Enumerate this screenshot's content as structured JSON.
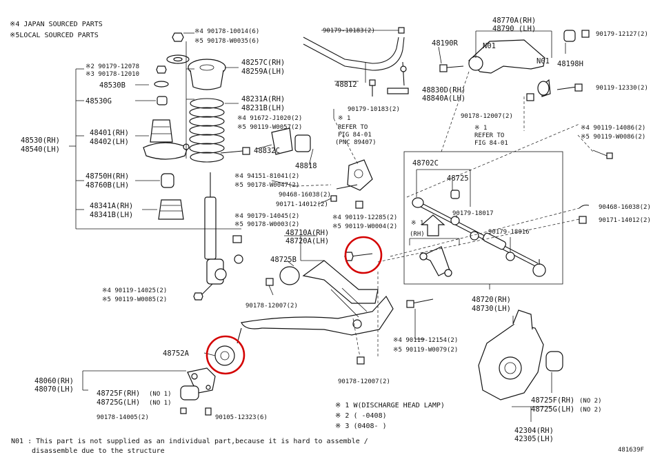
{
  "notes": {
    "japan_sourced": "※4 JAPAN SOURCED PARTS",
    "local_sourced": "※5LOCAL SOURCED PARTS",
    "n01_line1": "N01 : This part is not supplied as an individual part,because it is hard to assemble /",
    "n01_line2": "disassemble due to the structure",
    "fig_code": "481639F"
  },
  "legend": {
    "l1": "※ 1    W(DISCHARGE HEAD LAMP)",
    "l2": "※ 2     (        -0408)",
    "l3": "※ 3     (0408-        )"
  },
  "labels": {
    "a1": "※4 90178-10014(6)",
    "a2": "※5 90178-W0035(6)",
    "a3": "48257C(RH)",
    "a4": "48259A(LH)",
    "a5": "48231A(RH)",
    "a6": "48231B(LH)",
    "a7": "※4 91672-J1020(2)",
    "a8": "※5 90119-W0057(2)",
    "b1": "※2  90179-12078",
    "b2": "※3  90178-12010",
    "b3": "48530B",
    "b4": "48530G",
    "b5": "48530(RH)",
    "b6": "48540(LH)",
    "b7": "48401(RH)",
    "b8": "48402(LH)",
    "b9": "48750H(RH)",
    "b10": "48760B(LH)",
    "b11": "48341A(RH)",
    "b12": "48341B(LH)",
    "c1": "48832C",
    "c2": "48818",
    "c3": "※4 94151-81041(2)",
    "c4": "※5 90178-W0047(2)",
    "c5": "※4 90179-14045(2)",
    "c6": "※5 90178-W0003(2)",
    "c7": "※4 90119-14025(2)",
    "c8": "※5 90119-W0085(2)",
    "d1": "90179-10183(2)",
    "d2": "48812",
    "d3": "90179-10183(2)",
    "d4": "48830D(RH)",
    "d5": "48840A(LH)",
    "d6": "※ 1",
    "d7": "REFER TO",
    "d8": "FIG 84-01",
    "d9": "(PNC 89407)",
    "d10": "90468-16038(2)",
    "d11": "90171-14012(2)",
    "d12": "※4 90119-12285(2)",
    "d13": "※5 90119-W0004(2)",
    "e1": "48770A(RH)",
    "e2": "48790 (LH)",
    "e3": "48190R",
    "e4": "N01",
    "e5": "N01",
    "e6": "48198H",
    "e7": "90179-12127(2)",
    "e8": "90119-12330(2)",
    "e9": "90178-12007(2)",
    "e10": "※ 1",
    "e11": "REFER TO",
    "e12": "FIG 84-01",
    "e13": "※4 90119-14086(2)",
    "e14": "※5 90119-W0086(2)",
    "f1": "48702C",
    "f2": "48725",
    "f3": "90179-18017",
    "f4": "90179-18016",
    "f5": "※ 1",
    "f6": "(RH)",
    "f7": "90468-16038(2)",
    "f8": "90171-14012(2)",
    "f9": "48720(RH)",
    "f10": "48730(LH)",
    "g1": "48710A(RH)",
    "g2": "48720A(LH)",
    "g3": "48725B",
    "g4": "90178-12007(2)",
    "g5": "※4 90119-12154(2)",
    "g6": "※5 90119-W0079(2)",
    "g7": "90178-12007(2)",
    "h1": "48752A",
    "h2": "48060(RH)",
    "h3": "48070(LH)",
    "h4": "48725F(RH)",
    "h5": "48725G(LH)",
    "h6": "(NO 1)",
    "h7": "(NO 1)",
    "h8": "90178-14005(2)",
    "h9": "90105-12323(6)",
    "i1": "48725F(RH)",
    "i2": "48725G(LH)",
    "i3": "(NO 2)",
    "i4": "(NO 2)",
    "i5": "42304(RH)",
    "i6": "42305(LH)"
  }
}
